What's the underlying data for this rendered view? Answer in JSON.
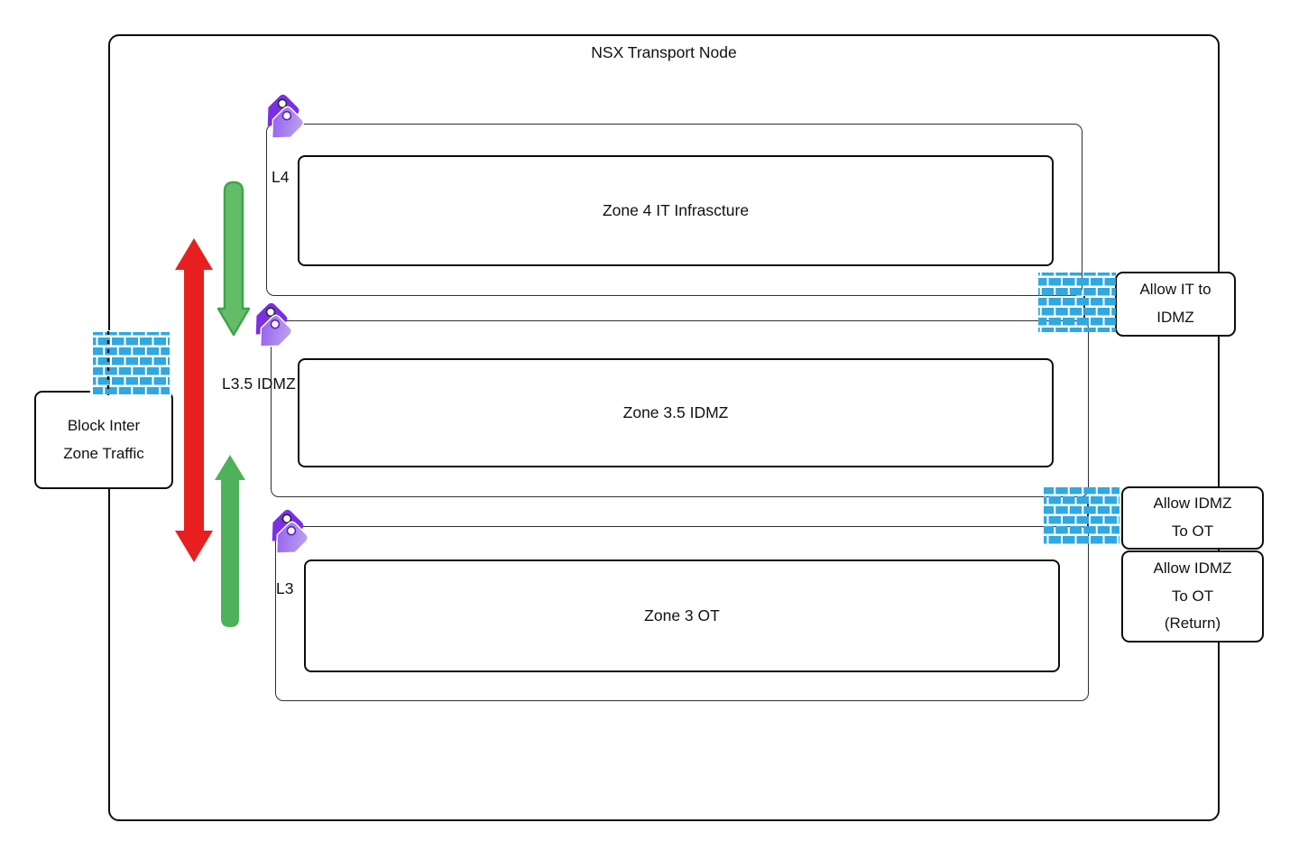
{
  "title": "NSX Transport Node",
  "zones": [
    {
      "tag": "L4",
      "label": "Zone 4 IT Infrascture"
    },
    {
      "tag": "L3.5 IDMZ",
      "label": "Zone 3.5 IDMZ"
    },
    {
      "tag": "L3",
      "label": "Zone 3 OT"
    }
  ],
  "firewall_rules": {
    "block_inter_zone": "Block Inter Zone Traffic",
    "allow_it_to_idmz": "Allow IT to IDMZ",
    "allow_idmz_to_ot": "Allow IDMZ To OT",
    "allow_idmz_to_ot_return": "Allow IDMZ To OT (Return)"
  },
  "icons": {
    "firewall": "brick-wall-icon",
    "zone_tag": "purple-tags-icon",
    "allowed_flow": "green-arrow-icon",
    "blocked_flow": "red-double-arrow-icon"
  },
  "colors": {
    "brick_blue": "#31A8E0",
    "tag_purple_dark": "#7B2FE3",
    "tag_purple_mid": "#8F55EC",
    "tag_purple_light": "#BCA6F0",
    "arrow_green_fill": "#63BC68",
    "arrow_green_stroke": "#3FA44C",
    "arrow_green_solid": "#4FB25A",
    "arrow_red": "#E71F1F",
    "line_dark": "#2F2F2F"
  }
}
